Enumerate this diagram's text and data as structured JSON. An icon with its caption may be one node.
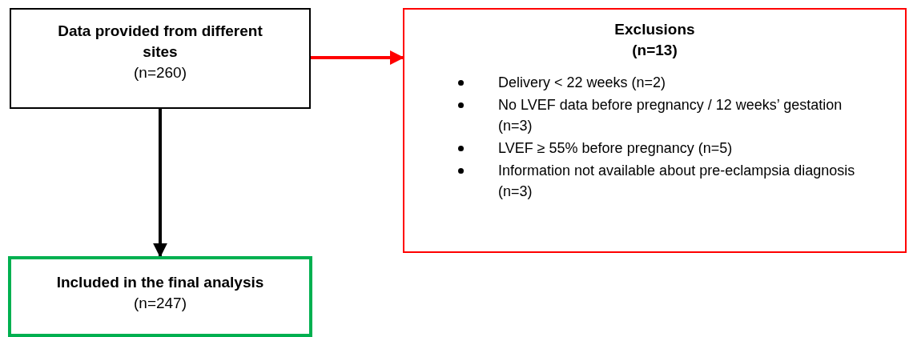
{
  "diagram": {
    "nodes": [
      {
        "text": [
          "Data provided from different sites",
          "(n=260)"
        ]
      },
      {
        "text": [
          "Exclusions",
          "(n=13)",
          "Delivery < 22 weeks (n=2)",
          "No LVEF data before pregnancy / 12 weeks’ gestation (n=3)",
          "LVEF ≥ 55% before pregnancy (n=5)",
          "Information not available about pre-eclampsia diagnosis (n=3)"
        ]
      },
      {
        "text": [
          "Included in the final analysis",
          "(n=247)"
        ]
      }
    ],
    "edges": [
      {
        "from": 0,
        "to": 1,
        "arrow": "to",
        "color": "#ff0000"
      },
      {
        "from": 0,
        "to": 2,
        "arrow": "to",
        "color": "#000000"
      }
    ]
  }
}
